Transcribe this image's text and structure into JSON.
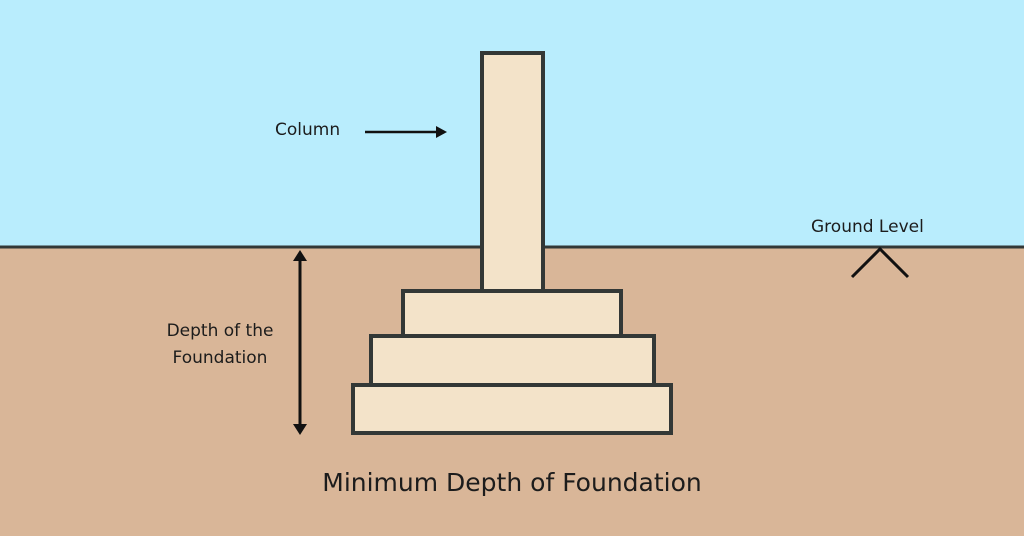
{
  "labels": {
    "column": "Column",
    "ground_level": "Ground Level",
    "depth_line1": "Depth of the",
    "depth_line2": "Foundation"
  },
  "title": "Minimum Depth of Foundation",
  "colors": {
    "sky": "#b9edfd",
    "soil": "#d9b698",
    "concrete": "#f3e3c9",
    "outline": "#333836",
    "text": "#1c1c1c"
  }
}
